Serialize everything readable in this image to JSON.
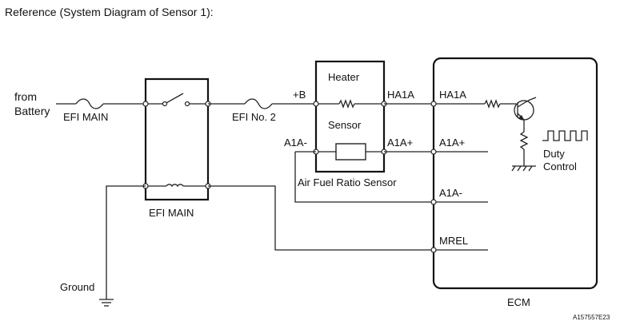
{
  "header": {
    "title": "Reference (System Diagram of Sensor 1):"
  },
  "labels": {
    "from": "from",
    "battery": "Battery",
    "efi_main_fuse": "EFI MAIN",
    "efi_no2": "EFI No. 2",
    "efi_main_relay": "EFI MAIN",
    "ground": "Ground",
    "plus_b": "+B",
    "heater": "Heater",
    "sensor": "Sensor",
    "ha1a_sensor": "HA1A",
    "a1a_plus_sensor": "A1A+",
    "a1a_minus_sensor": "A1A-",
    "af_sensor": "Air Fuel Ratio Sensor",
    "ha1a_ecm": "HA1A",
    "a1a_plus_ecm": "A1A+",
    "a1a_minus_ecm": "A1A-",
    "mrel": "MREL",
    "duty": "Duty",
    "control": "Control",
    "ecm": "ECM",
    "figure_id": "A157557E23"
  },
  "colors": {
    "line": "#222222",
    "background": "#ffffff",
    "text": "#111111"
  }
}
